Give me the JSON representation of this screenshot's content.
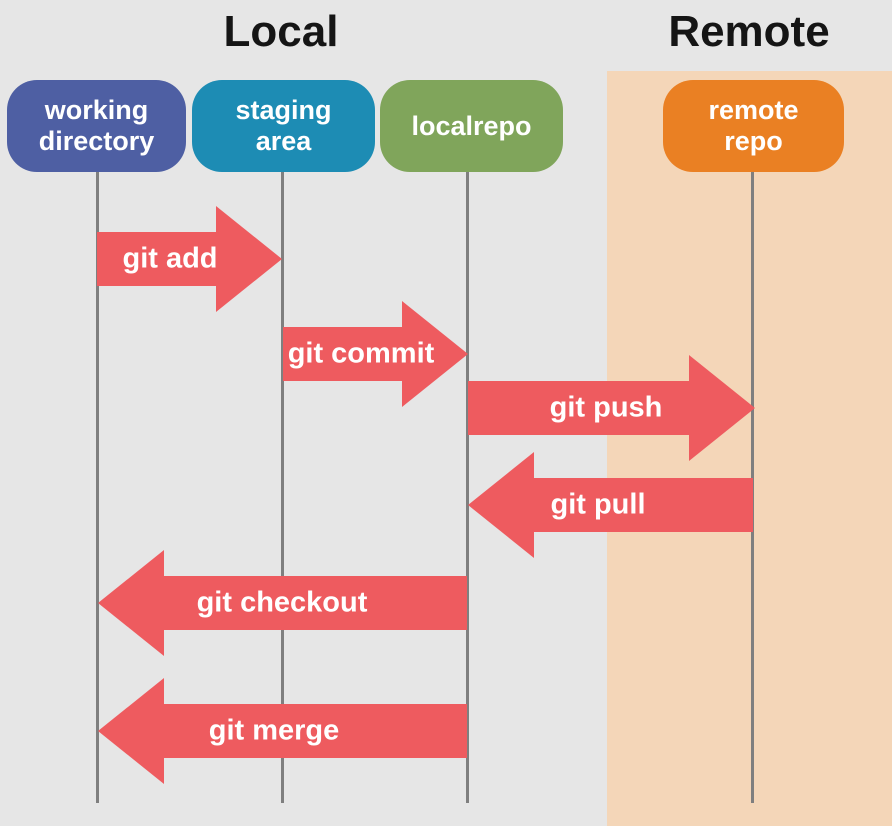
{
  "titles": {
    "local": "Local",
    "remote": "Remote"
  },
  "nodes": [
    {
      "id": "working-directory",
      "label": "working\ndirectory",
      "color": "#4e5fa3"
    },
    {
      "id": "staging-area",
      "label": "staging\narea",
      "color": "#1d8cb4"
    },
    {
      "id": "localrepo",
      "label": "localrepo",
      "color": "#80a55b"
    },
    {
      "id": "remote-repo",
      "label": "remote\nrepo",
      "color": "#ea8023"
    }
  ],
  "arrows": [
    {
      "label": "git add",
      "direction": "right",
      "from": "working directory",
      "to": "staging area"
    },
    {
      "label": "git commit",
      "direction": "right",
      "from": "staging area",
      "to": "localrepo"
    },
    {
      "label": "git push",
      "direction": "right",
      "from": "localrepo",
      "to": "remote repo"
    },
    {
      "label": "git pull",
      "direction": "left",
      "from": "remote repo",
      "to": "localrepo"
    },
    {
      "label": "git checkout",
      "direction": "left",
      "from": "localrepo",
      "to": "working directory"
    },
    {
      "label": "git merge",
      "direction": "left",
      "from": "localrepo",
      "to": "working directory"
    }
  ],
  "colors": {
    "background": "#e6e6e6",
    "remote_panel": "#f4d6b8",
    "arrow": "#ee5b5f",
    "lifeline": "#7f7f7f",
    "working_directory": "#4e5fa3",
    "staging_area": "#1d8cb4",
    "localrepo": "#80a55b",
    "remote_repo": "#ea8023",
    "title_text": "#151515",
    "box_text": "#ffffff"
  }
}
